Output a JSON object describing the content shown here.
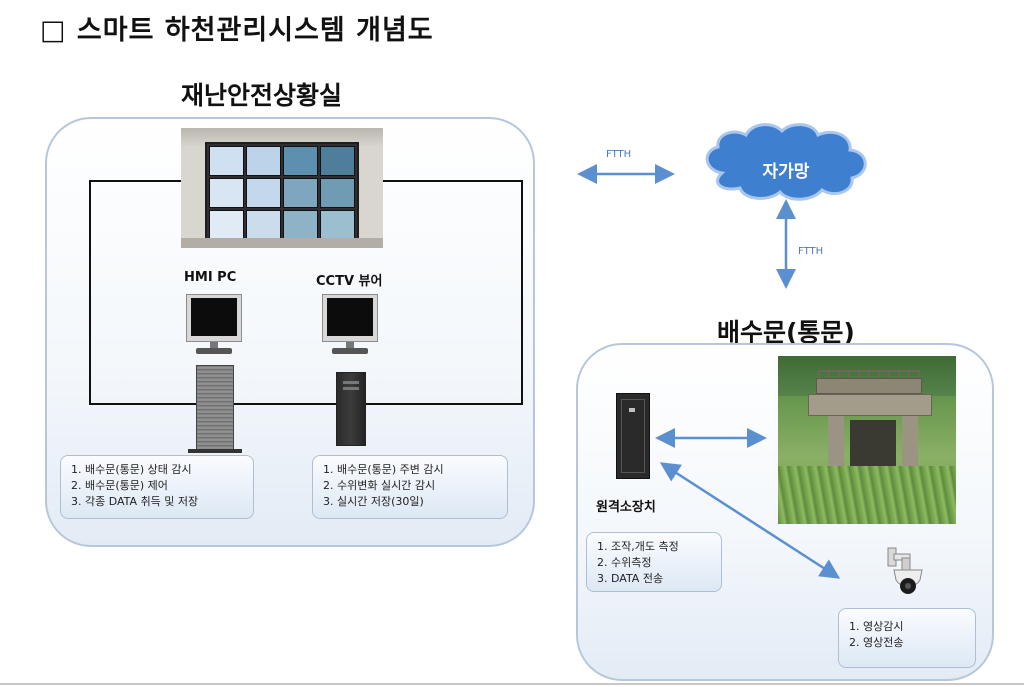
{
  "title": "□ 스마트 하천관리시스템 개념도",
  "control_room": {
    "label": "재난안전상황실",
    "hmi_label": "HMI PC",
    "cctv_label": "CCTV 뷰어",
    "hmi_functions": [
      "1. 배수문(통문) 상태 감시",
      "2. 배수문(통문) 제어",
      "3. 각종 DATA 취득 및 저장"
    ],
    "cctv_functions": [
      "1. 배수문(통문) 주변 감시",
      "2. 수위변화 실시간 감시",
      "3. 실시간 저장(30일)"
    ]
  },
  "network": {
    "cloud_label": "자가망",
    "link_horizontal": "FTTH",
    "link_vertical": "FTTH"
  },
  "sluice_gate": {
    "label": "배수문(통문)",
    "rtu_label": "원격소장치",
    "rtu_functions": [
      "1. 조작,개도 측정",
      "2. 수위측정",
      "3. DATA 전송"
    ],
    "camera_functions": [
      "1. 영상감시",
      "2. 영상전송"
    ]
  },
  "colors": {
    "cloud": "#3e7fd0",
    "arrow": "#5b8fd0",
    "panel_border": "#b7c7db"
  }
}
